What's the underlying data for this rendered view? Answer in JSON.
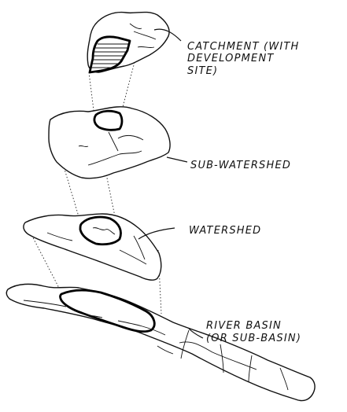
{
  "labels": {
    "catchment": [
      "CATCHMENT (WITH",
      "DEVELOPMENT",
      "SITE)"
    ],
    "sub_watershed": "SUB-WATERSHED",
    "watershed": "WATERSHED",
    "river_basin": [
      "RIVER BASIN",
      "(OR SUB-BASIN)"
    ]
  }
}
